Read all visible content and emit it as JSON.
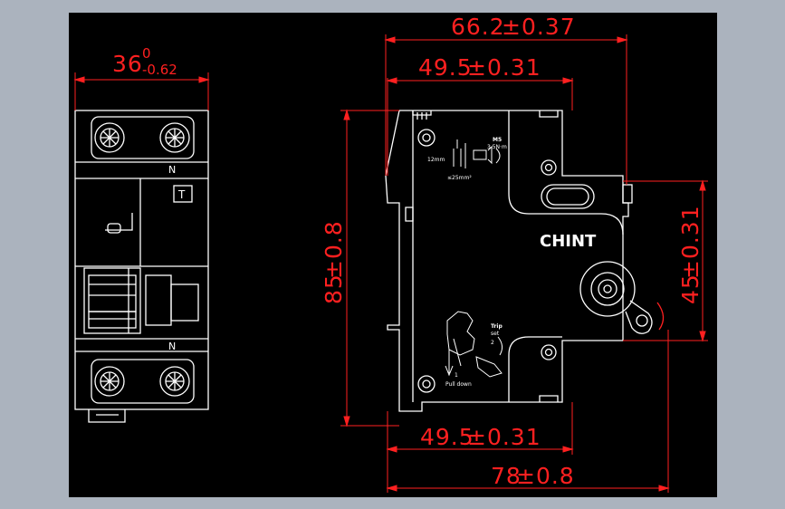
{
  "drawing": {
    "background": "#000000",
    "outline_color": "#ffffff",
    "dimension_color": "#ff2020",
    "window_color": "#abb3be"
  },
  "dimensions": {
    "front_width": "36",
    "front_width_tol_upper": "0",
    "front_width_tol_lower": "-0.62",
    "side_total_width": "66.2",
    "side_total_width_tol": "±0.37",
    "side_body_width": "49.5",
    "side_body_width_tol": "±0.31",
    "side_height": "85",
    "side_height_tol": "±0.8",
    "side_rail_height": "45",
    "side_rail_height_tol": "±0.31",
    "bottom_body_width": "49.5",
    "bottom_body_width_tol": "±0.31",
    "bottom_total_width": "78",
    "bottom_total_width_tol": "±0.8"
  },
  "front_view": {
    "terminal_top_label": "N",
    "test_button_label": "T",
    "terminal_bottom_label": "N"
  },
  "side_view": {
    "brand": "CHINT",
    "wire_strip_length": "12mm",
    "wire_section": "≤25mm²",
    "screw_size": "M5",
    "torque": "3.5N·m",
    "trip_label": "Trip",
    "reset_label": "set",
    "trip_step": "2",
    "pull_step": "1",
    "pull_label": "Pull down"
  }
}
